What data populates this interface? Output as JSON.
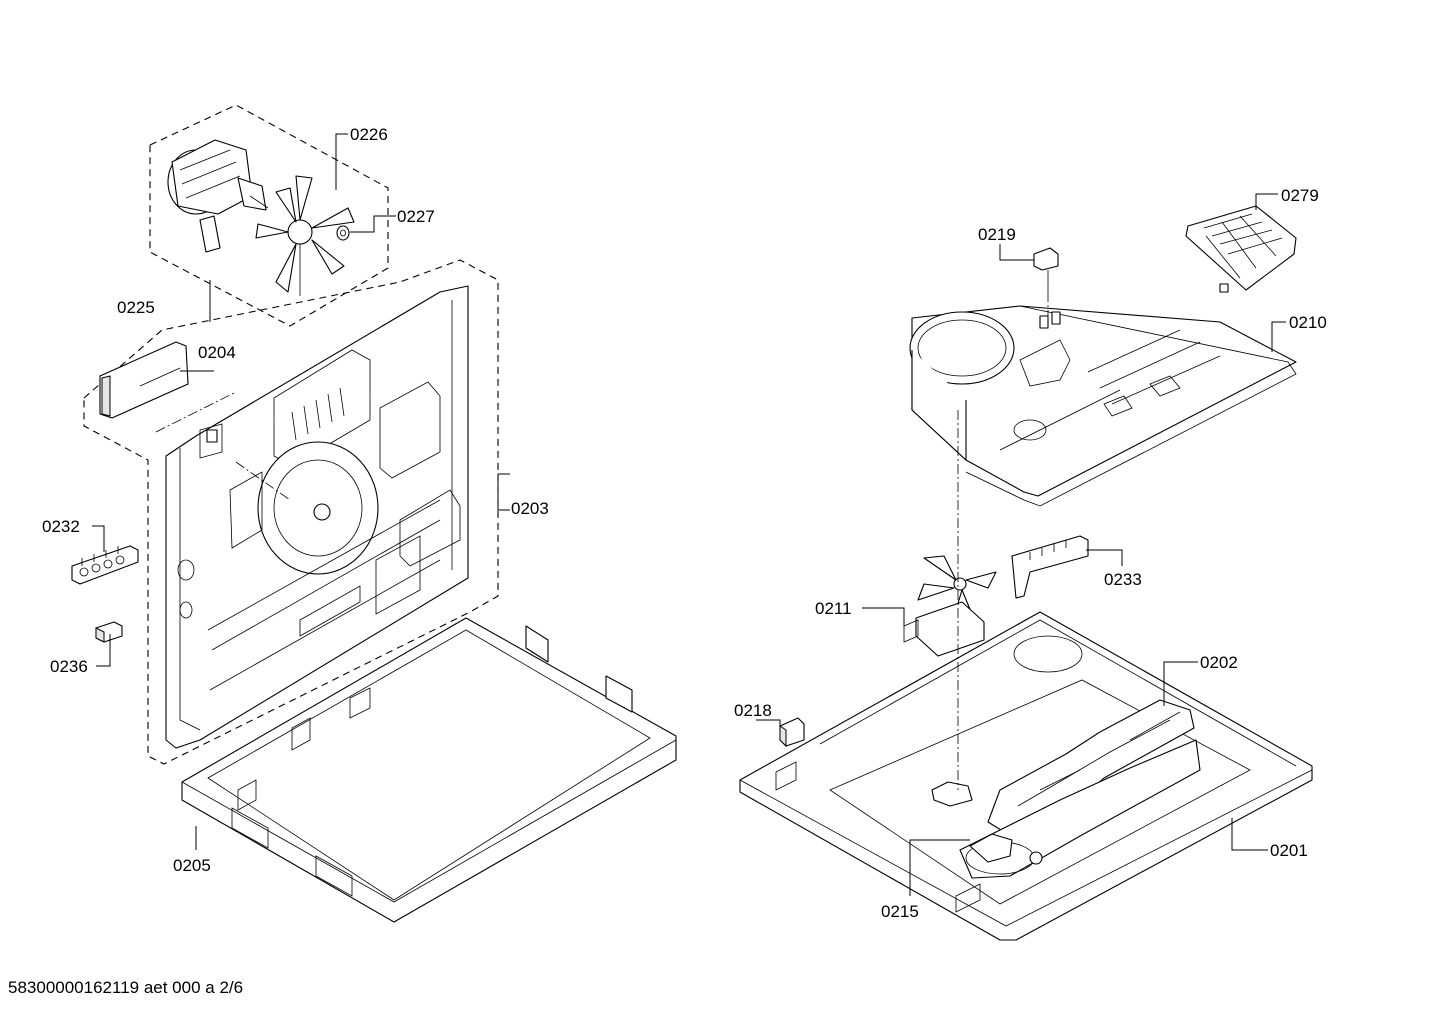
{
  "callouts": [
    {
      "id": "0226",
      "text": "0226"
    },
    {
      "id": "0227",
      "text": "0227"
    },
    {
      "id": "0225",
      "text": "0225"
    },
    {
      "id": "0204",
      "text": "0204"
    },
    {
      "id": "0203",
      "text": "0203"
    },
    {
      "id": "0232",
      "text": "0232"
    },
    {
      "id": "0236",
      "text": "0236"
    },
    {
      "id": "0205",
      "text": "0205"
    },
    {
      "id": "0219",
      "text": "0219"
    },
    {
      "id": "0279",
      "text": "0279"
    },
    {
      "id": "0210",
      "text": "0210"
    },
    {
      "id": "0233",
      "text": "0233"
    },
    {
      "id": "0211",
      "text": "0211"
    },
    {
      "id": "0202",
      "text": "0202"
    },
    {
      "id": "0218",
      "text": "0218"
    },
    {
      "id": "0201",
      "text": "0201"
    },
    {
      "id": "0215",
      "text": "0215"
    }
  ],
  "footer": {
    "drawing_id": "58300000162119 aet 000 a 2/6"
  }
}
